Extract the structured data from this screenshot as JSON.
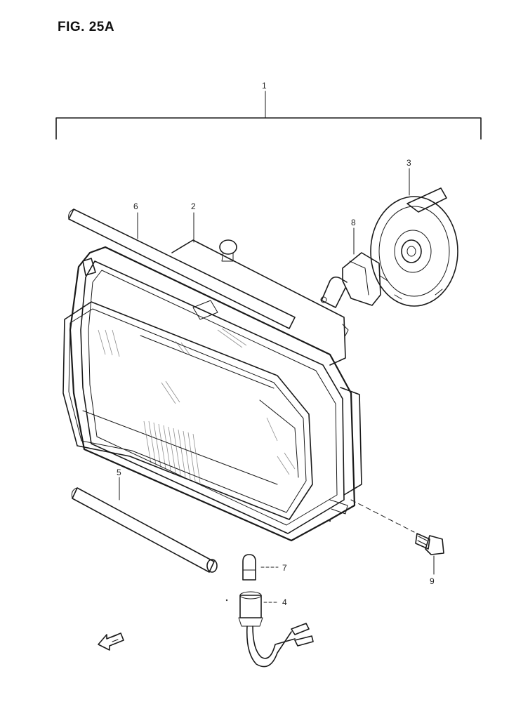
{
  "figure": {
    "title": "FIG. 25A"
  },
  "callouts": {
    "c1": "1",
    "c2": "2",
    "c3": "3",
    "c4": "4",
    "c5": "5",
    "c6": "6",
    "c7": "7",
    "c8": "8",
    "c9": "9"
  },
  "parts": [
    {
      "ref": "1",
      "icon": "headlight-assembly-bracket"
    },
    {
      "ref": "2",
      "icon": "headlight-housing-icon"
    },
    {
      "ref": "3",
      "icon": "bulb-socket-cover-icon"
    },
    {
      "ref": "4",
      "icon": "position-lamp-socket-icon"
    },
    {
      "ref": "5",
      "icon": "lower-seal-strip-icon"
    },
    {
      "ref": "6",
      "icon": "upper-seal-strip-icon"
    },
    {
      "ref": "7",
      "icon": "position-bulb-icon"
    },
    {
      "ref": "8",
      "icon": "headlight-bulb-icon"
    },
    {
      "ref": "9",
      "icon": "adjusting-screw-icon"
    }
  ],
  "front_arrow": {
    "icon": "front-direction-arrow-icon"
  }
}
